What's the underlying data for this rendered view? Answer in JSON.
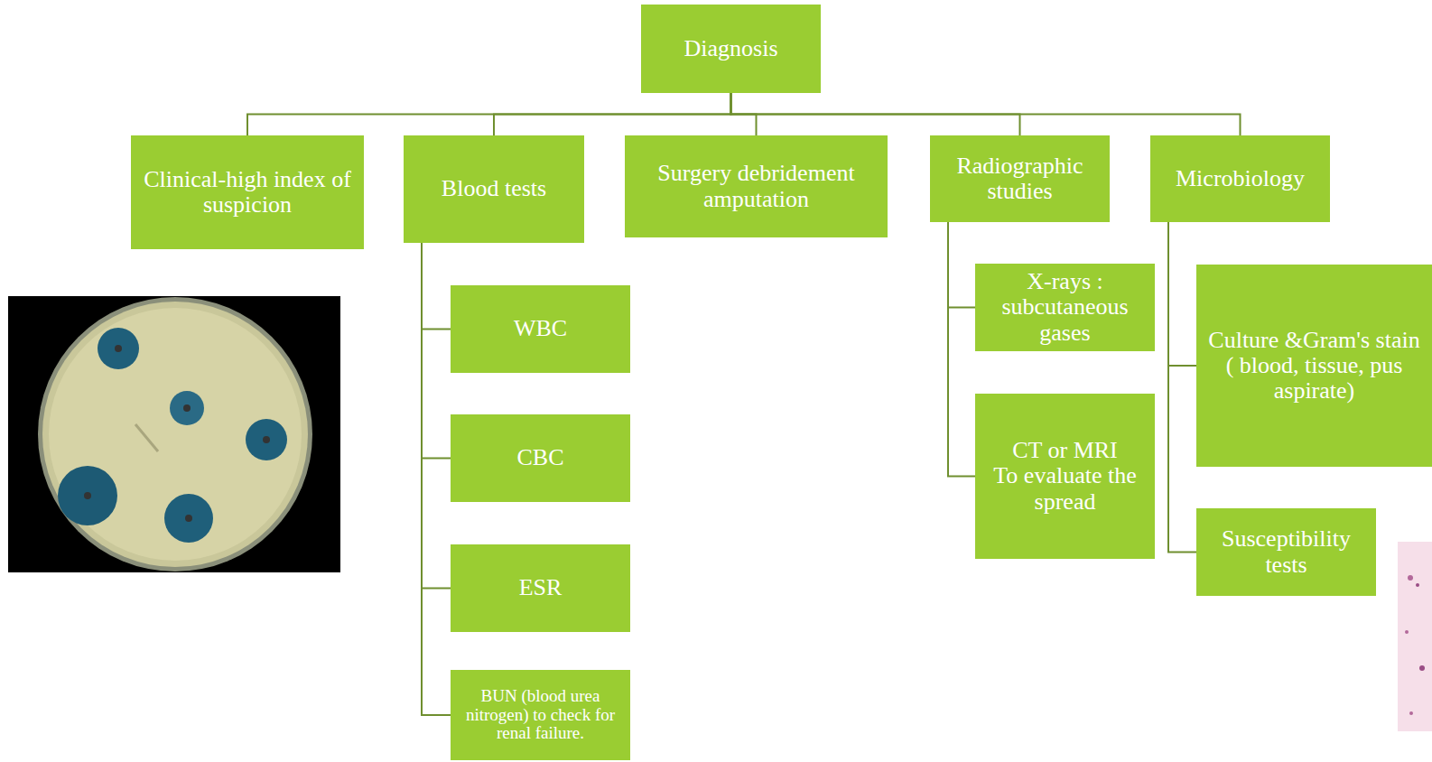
{
  "diagram": {
    "nodes": [
      {
        "text": [
          "Diagnosis"
        ]
      },
      {
        "text": [
          "Clinical-high index of suspicion"
        ]
      },
      {
        "text": [
          "Blood tests"
        ]
      },
      {
        "text": [
          "Surgery debridement amputation"
        ]
      },
      {
        "text": [
          "Radiographic studies"
        ]
      },
      {
        "text": [
          "Microbiology"
        ]
      },
      {
        "text": [
          "WBC"
        ]
      },
      {
        "text": [
          "CBC"
        ]
      },
      {
        "text": [
          "ESR"
        ]
      },
      {
        "text": [
          "BUN (blood urea nitrogen) to check for renal failure."
        ]
      },
      {
        "text": [
          "X-rays : subcutaneous gases"
        ]
      },
      {
        "text": [
          "CT or MRI",
          "To evaluate the spread"
        ]
      },
      {
        "text": [
          "Culture &Gram's stain",
          "( blood, tissue, pus aspirate)"
        ]
      },
      {
        "text": [
          "Susceptibility tests"
        ]
      }
    ],
    "edges": [
      {
        "from": 0,
        "to": 1,
        "arrow": "none"
      },
      {
        "from": 0,
        "to": 2,
        "arrow": "none"
      },
      {
        "from": 0,
        "to": 3,
        "arrow": "none"
      },
      {
        "from": 0,
        "to": 4,
        "arrow": "none"
      },
      {
        "from": 0,
        "to": 5,
        "arrow": "none"
      },
      {
        "from": 2,
        "to": 6,
        "arrow": "none"
      },
      {
        "from": 2,
        "to": 7,
        "arrow": "none"
      },
      {
        "from": 2,
        "to": 8,
        "arrow": "none"
      },
      {
        "from": 2,
        "to": 9,
        "arrow": "none"
      },
      {
        "from": 4,
        "to": 10,
        "arrow": "none"
      },
      {
        "from": 4,
        "to": 11,
        "arrow": "none"
      },
      {
        "from": 5,
        "to": 12,
        "arrow": "none"
      },
      {
        "from": 5,
        "to": 13,
        "arrow": "none"
      }
    ]
  }
}
